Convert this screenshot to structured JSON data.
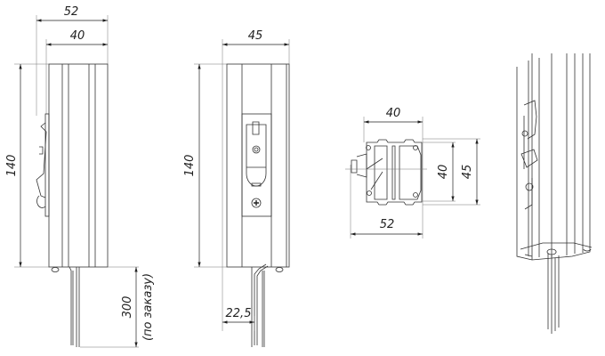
{
  "side_view": {
    "dim_width_total": "52",
    "dim_width_body": "40",
    "dim_height": "140",
    "dim_wire_length": "300",
    "wire_note": "(по заказу)"
  },
  "front_view": {
    "dim_width": "45",
    "dim_height": "140",
    "dim_wire_offset": "22,5"
  },
  "top_view": {
    "dim_width_body": "40",
    "dim_width_total": "52",
    "dim_depth_inner": "40",
    "dim_depth_total": "45"
  },
  "colors": {
    "line": "#333333",
    "background": "#ffffff"
  }
}
